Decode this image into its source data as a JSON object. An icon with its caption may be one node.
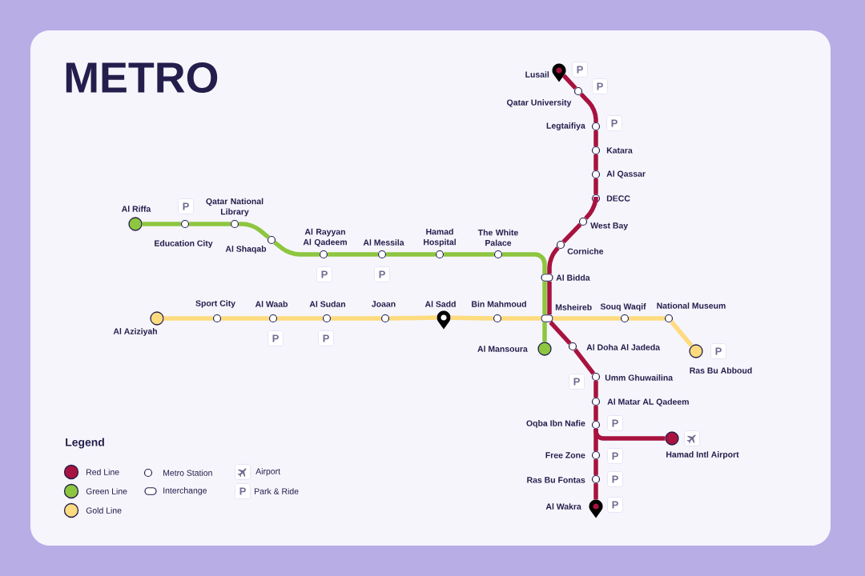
{
  "diagram": {
    "title": "METRO",
    "nodes": [
      {
        "text": [
          "Lusail"
        ],
        "beside": [
          "P"
        ]
      },
      {
        "text": [
          "Qatar University"
        ],
        "beside": [
          "P"
        ]
      },
      {
        "text": [
          "Legtaifiya"
        ],
        "beside": [
          "P"
        ]
      },
      {
        "text": [
          "Katara"
        ]
      },
      {
        "text": [
          "Al Qassar"
        ]
      },
      {
        "text": [
          "DECC"
        ]
      },
      {
        "text": [
          "West Bay"
        ]
      },
      {
        "text": [
          "Corniche"
        ]
      },
      {
        "text": [
          "Al Bidda"
        ]
      },
      {
        "text": [
          "Msheireb"
        ]
      },
      {
        "text": [
          "Al Doha Al Jadeda"
        ]
      },
      {
        "text": [
          "Umm Ghuwailina"
        ],
        "beside": [
          "P"
        ]
      },
      {
        "text": [
          "Al Matar AL Qadeem"
        ]
      },
      {
        "text": [
          "Oqba Ibn Nafie"
        ],
        "beside": [
          "P"
        ]
      },
      {
        "text": [
          "Free Zone"
        ],
        "beside": [
          "P"
        ]
      },
      {
        "text": [
          "Ras Bu Fontas"
        ],
        "beside": [
          "P"
        ]
      },
      {
        "text": [
          "Al Wakra"
        ],
        "beside": [
          "P"
        ]
      },
      {
        "text": [
          "Hamad Intl Airport"
        ]
      },
      {
        "text": [
          "Al Riffa"
        ]
      },
      {
        "text": [
          "Education City"
        ],
        "beside": [
          "P"
        ]
      },
      {
        "text": [
          "Qatar National Library"
        ]
      },
      {
        "text": [
          "Al Shaqab"
        ]
      },
      {
        "text": [
          "Al Rayyan Al Qadeem"
        ],
        "beside": [
          "P"
        ]
      },
      {
        "text": [
          "Al Messila"
        ],
        "beside": [
          "P"
        ]
      },
      {
        "text": [
          "Hamad Hospital"
        ]
      },
      {
        "text": [
          "The White Palace"
        ]
      },
      {
        "text": [
          "Al Mansoura"
        ]
      },
      {
        "text": [
          "Al Aziziyah"
        ]
      },
      {
        "text": [
          "Sport City"
        ]
      },
      {
        "text": [
          "Al Waab"
        ],
        "beside": [
          "P"
        ]
      },
      {
        "text": [
          "Al Sudan"
        ],
        "beside": [
          "P"
        ]
      },
      {
        "text": [
          "Joaan"
        ]
      },
      {
        "text": [
          "Al Sadd"
        ]
      },
      {
        "text": [
          "Bin Mahmoud"
        ]
      },
      {
        "text": [
          "Souq Waqif"
        ]
      },
      {
        "text": [
          "National Museum"
        ]
      },
      {
        "text": [
          "Ras Bu Abboud"
        ],
        "beside": [
          "P"
        ]
      }
    ],
    "edges": [
      {
        "from": 0,
        "to": 1,
        "arrow": "none"
      },
      {
        "from": 1,
        "to": 2,
        "arrow": "none"
      },
      {
        "from": 2,
        "to": 3,
        "arrow": "none"
      },
      {
        "from": 3,
        "to": 4,
        "arrow": "none"
      },
      {
        "from": 4,
        "to": 5,
        "arrow": "none"
      },
      {
        "from": 5,
        "to": 6,
        "arrow": "none"
      },
      {
        "from": 6,
        "to": 7,
        "arrow": "none"
      },
      {
        "from": 7,
        "to": 8,
        "arrow": "none"
      },
      {
        "from": 8,
        "to": 9,
        "arrow": "none"
      },
      {
        "from": 9,
        "to": 10,
        "arrow": "none"
      },
      {
        "from": 10,
        "to": 11,
        "arrow": "none"
      },
      {
        "from": 11,
        "to": 12,
        "arrow": "none"
      },
      {
        "from": 12,
        "to": 13,
        "arrow": "none"
      },
      {
        "from": 13,
        "to": 14,
        "arrow": "none"
      },
      {
        "from": 14,
        "to": 15,
        "arrow": "none"
      },
      {
        "from": 15,
        "to": 16,
        "arrow": "none"
      },
      {
        "from": 13,
        "to": 17,
        "arrow": "none"
      },
      {
        "from": 18,
        "to": 19,
        "arrow": "none",
        "color": "#8dc63f"
      },
      {
        "from": 19,
        "to": 20,
        "arrow": "none",
        "color": "#8dc63f"
      },
      {
        "from": 20,
        "to": 21,
        "arrow": "none",
        "color": "#8dc63f"
      },
      {
        "from": 21,
        "to": 22,
        "arrow": "none",
        "color": "#8dc63f"
      },
      {
        "from": 22,
        "to": 23,
        "arrow": "none",
        "color": "#8dc63f"
      },
      {
        "from": 23,
        "to": 24,
        "arrow": "none",
        "color": "#8dc63f"
      },
      {
        "from": 24,
        "to": 25,
        "arrow": "none",
        "color": "#8dc63f"
      },
      {
        "from": 25,
        "to": 8,
        "arrow": "none",
        "color": "#8dc63f"
      },
      {
        "from": 8,
        "to": 9,
        "arrow": "none",
        "color": "#8dc63f"
      },
      {
        "from": 9,
        "to": 26,
        "arrow": "none",
        "color": "#8dc63f"
      },
      {
        "from": 27,
        "to": 28,
        "arrow": "none",
        "color": "#fddb7e"
      },
      {
        "from": 28,
        "to": 29,
        "arrow": "none",
        "color": "#fddb7e"
      },
      {
        "from": 29,
        "to": 30,
        "arrow": "none",
        "color": "#fddb7e"
      },
      {
        "from": 30,
        "to": 31,
        "arrow": "none",
        "color": "#fddb7e"
      },
      {
        "from": 31,
        "to": 32,
        "arrow": "none",
        "color": "#fddb7e"
      },
      {
        "from": 32,
        "to": 33,
        "arrow": "none",
        "color": "#fddb7e"
      },
      {
        "from": 33,
        "to": 9,
        "arrow": "none",
        "color": "#fddb7e"
      },
      {
        "from": 9,
        "to": 34,
        "arrow": "none",
        "color": "#fddb7e"
      },
      {
        "from": 34,
        "to": 35,
        "arrow": "none",
        "color": "#fddb7e"
      },
      {
        "from": 35,
        "to": 36,
        "arrow": "none",
        "color": "#fddb7e"
      }
    ],
    "labels": [
      "Legend",
      "P"
    ],
    "legend": [
      {
        "text": "Red Line",
        "color": "#a8123f"
      },
      {
        "text": "Green Line",
        "color": "#8dc63f"
      },
      {
        "text": "Gold Line",
        "color": "#fddb7e"
      },
      {
        "text": "Metro Station"
      },
      {
        "text": "Interchange"
      },
      {
        "text": "Airport"
      },
      {
        "text": "Park & Ride"
      }
    ]
  }
}
